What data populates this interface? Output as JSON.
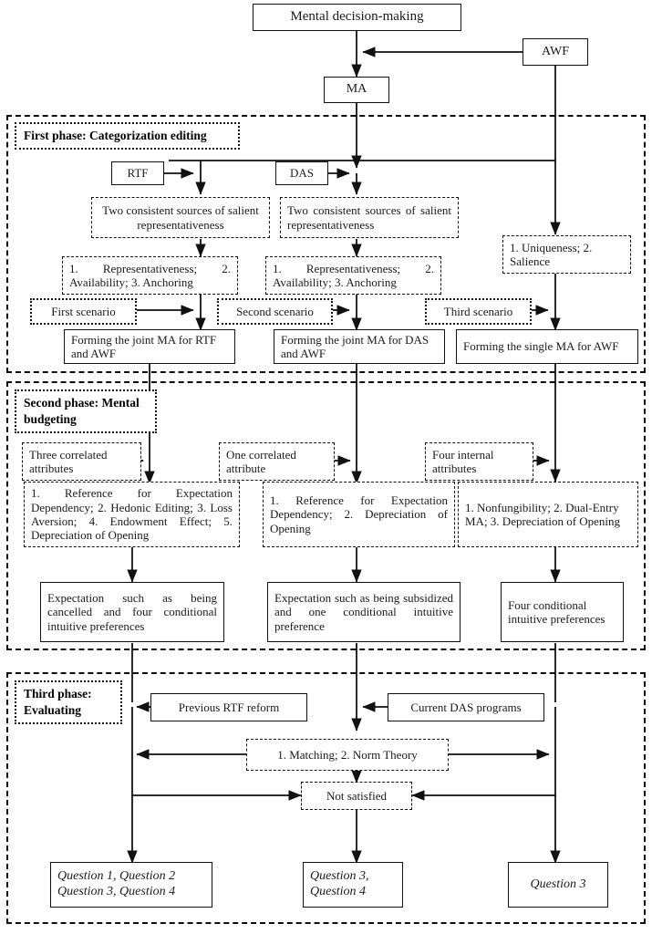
{
  "diagram": {
    "title": "Mental decision-making framework flowchart",
    "stroke_color": "#111111",
    "background": "#ffffff"
  },
  "top": {
    "root": "Mental decision-making",
    "awf": "AWF",
    "ma": "MA"
  },
  "phase1": {
    "label": "First phase: Categorization editing",
    "rtf": "RTF",
    "das": "DAS",
    "sources_rtf": "Two consistent sources of salient representativeness",
    "sources_das": "Two consistent sources of salient representativeness",
    "heuristics_rtf": "1. Representativeness; 2. Availability; 3. Anchoring",
    "heuristics_das": "1. Representativeness; 2. Availability; 3. Anchoring",
    "awf_traits": "1. Uniqueness; 2. Salience",
    "scenario1": "First scenario",
    "scenario2": "Second scenario",
    "scenario3": "Third scenario",
    "outcome1": "Forming the joint MA for RTF and AWF",
    "outcome2": "Forming the joint MA for DAS and AWF",
    "outcome3": "Forming the single MA for AWF"
  },
  "phase2": {
    "label": "Second phase: Mental budgeting",
    "attributes1": "Three correlated attributes",
    "attributes2": "One correlated attribute",
    "attributes3": "Four internal attributes",
    "principles1": "1. Reference for Expectation Dependency; 2. Hedonic Editing; 3. Loss Aversion; 4. Endowment Effect; 5. Depreciation of Opening",
    "principles2": "1. Reference for Expectation Dependency; 2. Depreciation of Opening",
    "principles3": "1. Nonfungibility; 2. Dual-Entry MA; 3. Depreciation of Opening",
    "result1": "Expectation such as being cancelled and four conditional intuitive preferences",
    "result2": "Expectation such as being subsidized and one conditional intuitive preference",
    "result3": "Four conditional intuitive preferences"
  },
  "phase3": {
    "label": "Third phase: Evaluating",
    "previous_rtf": "Previous RTF reform",
    "current_das": "Current DAS programs",
    "matching": "1. Matching; 2. Norm Theory",
    "not_satisfied": "Not satisfied",
    "questions_left": "Question 1, Question 2 Question 3, Question 4",
    "questions_mid": "Question 3, Question 4",
    "questions_right": "Question 3"
  }
}
